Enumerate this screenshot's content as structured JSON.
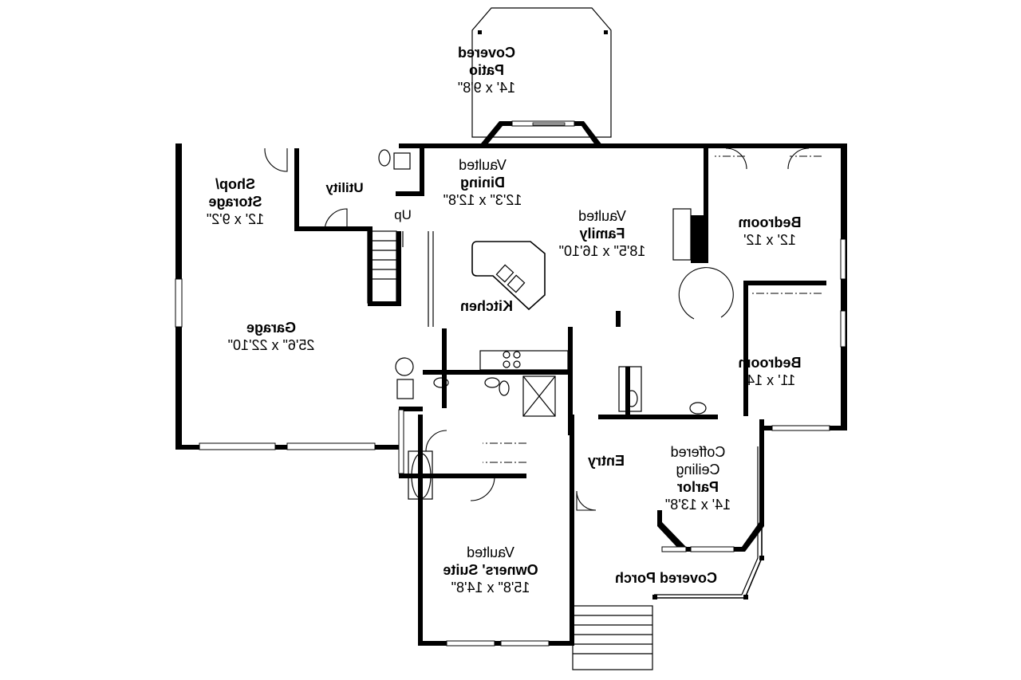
{
  "diagram": {
    "type": "floor_plan",
    "mirrored_horizontally": true
  },
  "rooms": {
    "covered_patio": {
      "name": "Covered",
      "name2": "Patio",
      "dims": "14' x 9'8\""
    },
    "shop_storage": {
      "name": "Shop/",
      "name2": "Storage",
      "dims": "12' x 9'2\""
    },
    "utility": {
      "name": "Utility"
    },
    "stairs": {
      "label": "Up"
    },
    "dining": {
      "qualifier": "Vaulted",
      "name": "Dining",
      "dims": "12'3\" x 12'8\""
    },
    "family": {
      "qualifier": "Vaulted",
      "name": "Family",
      "dims": "18'5\" x 16'10\""
    },
    "kitchen": {
      "name": "Kitchen"
    },
    "garage": {
      "name": "Garage",
      "dims": "25'6\" x 22'10\""
    },
    "bedroom_1": {
      "name": "Bedroom",
      "dims": "12' x 12'"
    },
    "bedroom_2": {
      "name": "Bedroom",
      "dims": "11' x 14'"
    },
    "entry": {
      "name": "Entry"
    },
    "parlor": {
      "qualifier": "Coffered",
      "qualifier2": "Ceiling",
      "name": "Parlor",
      "dims": "14' x 13'8\""
    },
    "owners_suite": {
      "qualifier": "Vaulted",
      "name": "Owners' Suite",
      "dims": "15'8\" x 14'8\""
    },
    "covered_porch": {
      "name": "Covered Porch"
    }
  }
}
